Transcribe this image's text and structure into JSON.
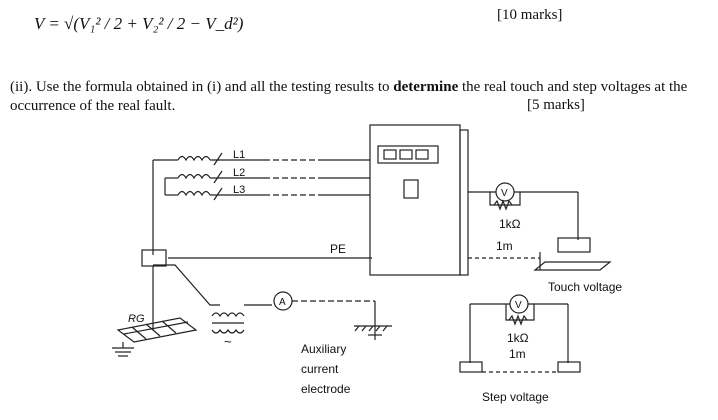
{
  "formula": {
    "text": "V = √(V₁² / 2 + V₂² / 2 − V_d²)"
  },
  "marks_part_i": "[10 marks]",
  "question": {
    "prefix": "(ii). Use the formula obtained in (i) and all the testing results to ",
    "bold": "determine",
    "suffix": " the real touch and step voltages at the occurrence of the real fault.",
    "marks": "[5 marks]"
  },
  "diagram": {
    "phase_labels": [
      "L1",
      "L2",
      "L3"
    ],
    "pe_label": "PE",
    "rg_label": "RG",
    "ammeter_symbol": "A",
    "voltmeter_symbol": "V",
    "touch_resistor": "1kΩ",
    "touch_distance": "1m",
    "touch_caption": "Touch voltage",
    "step_resistor": "1kΩ",
    "step_distance": "1m",
    "step_caption": "Step voltage",
    "aux_electrode_lines": [
      "Auxiliary",
      "current",
      "electrode"
    ],
    "source_symbol": "~"
  }
}
